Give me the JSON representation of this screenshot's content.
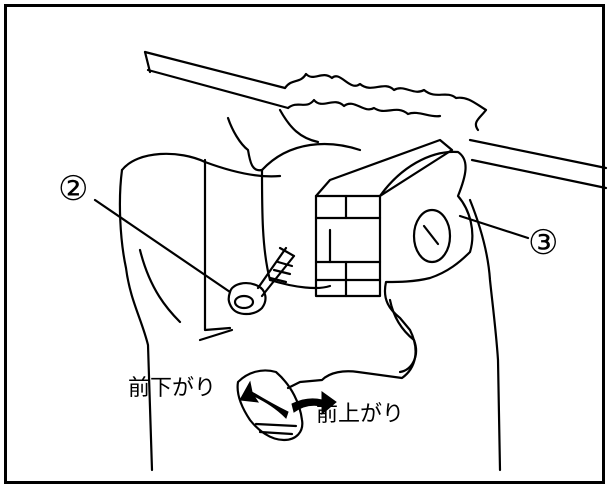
{
  "figure": {
    "callouts": {
      "screw": "②",
      "lever": "③"
    },
    "labels": {
      "front_down": "前下がり",
      "front_up": "前上がり"
    }
  }
}
